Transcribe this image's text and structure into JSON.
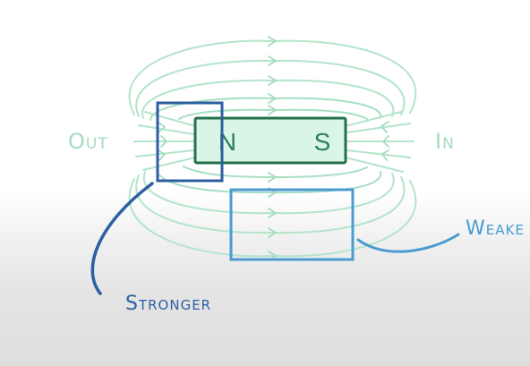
{
  "labels": {
    "out": "Out",
    "in": "In",
    "pole_n": "N",
    "pole_s": "S",
    "stronger": "Stronger",
    "weaker": "Weake"
  },
  "colors": {
    "field_line": "#b2e5ca",
    "label_green": "#a4dcc0",
    "magnet_fill": "#d8f5e6",
    "magnet_border": "#24704c",
    "pole_text": "#2f7f5c",
    "stronger_box": "#2d5fa1",
    "weaker_box": "#4b9bd1"
  }
}
